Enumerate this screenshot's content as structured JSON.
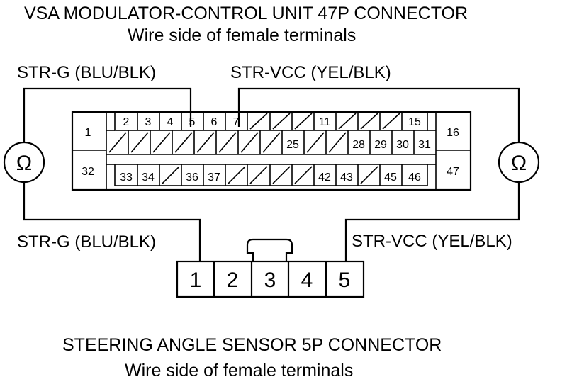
{
  "colors": {
    "ink": "#000000",
    "background": "#ffffff"
  },
  "vsa": {
    "title": "VSA MODULATOR-CONTROL UNIT 47P CONNECTOR",
    "subtitle": "Wire side of female terminals",
    "pins_top": [
      "1",
      "2",
      "3",
      "4",
      "5",
      "6",
      "7",
      "11",
      "15",
      "16"
    ],
    "pins_mid": [
      "25",
      "28",
      "29",
      "30",
      "31"
    ],
    "pins_bottom": [
      "32",
      "33",
      "34",
      "36",
      "37",
      "42",
      "43",
      "45",
      "46",
      "47"
    ]
  },
  "wires": {
    "top_left": "STR-G (BLU/BLK)",
    "top_right": "STR-VCC (YEL/BLK)",
    "bottom_left": "STR-G (BLU/BLK)",
    "bottom_right": "STR-VCC (YEL/BLK)"
  },
  "meters": {
    "left_symbol": "Ω",
    "right_symbol": "Ω",
    "icon": "ohmmeter-icon"
  },
  "sensor": {
    "pins": [
      "1",
      "2",
      "3",
      "4",
      "5"
    ],
    "title": "STEERING ANGLE SENSOR 5P CONNECTOR",
    "subtitle": "Wire side of female terminals"
  }
}
